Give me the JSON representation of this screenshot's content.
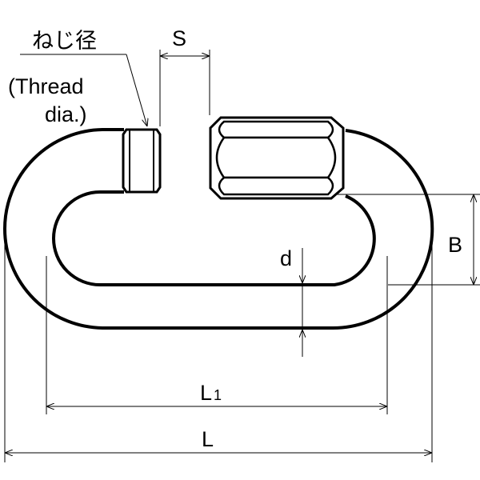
{
  "labels": {
    "thread_dia_jp": "ねじ径",
    "thread_dia_en_line1": "(Thread",
    "thread_dia_en_line2": "dia.)",
    "gap": "S",
    "width": "B",
    "wire_dia": "d",
    "inner_length": "L",
    "inner_length_sub": "1",
    "length": "L"
  }
}
